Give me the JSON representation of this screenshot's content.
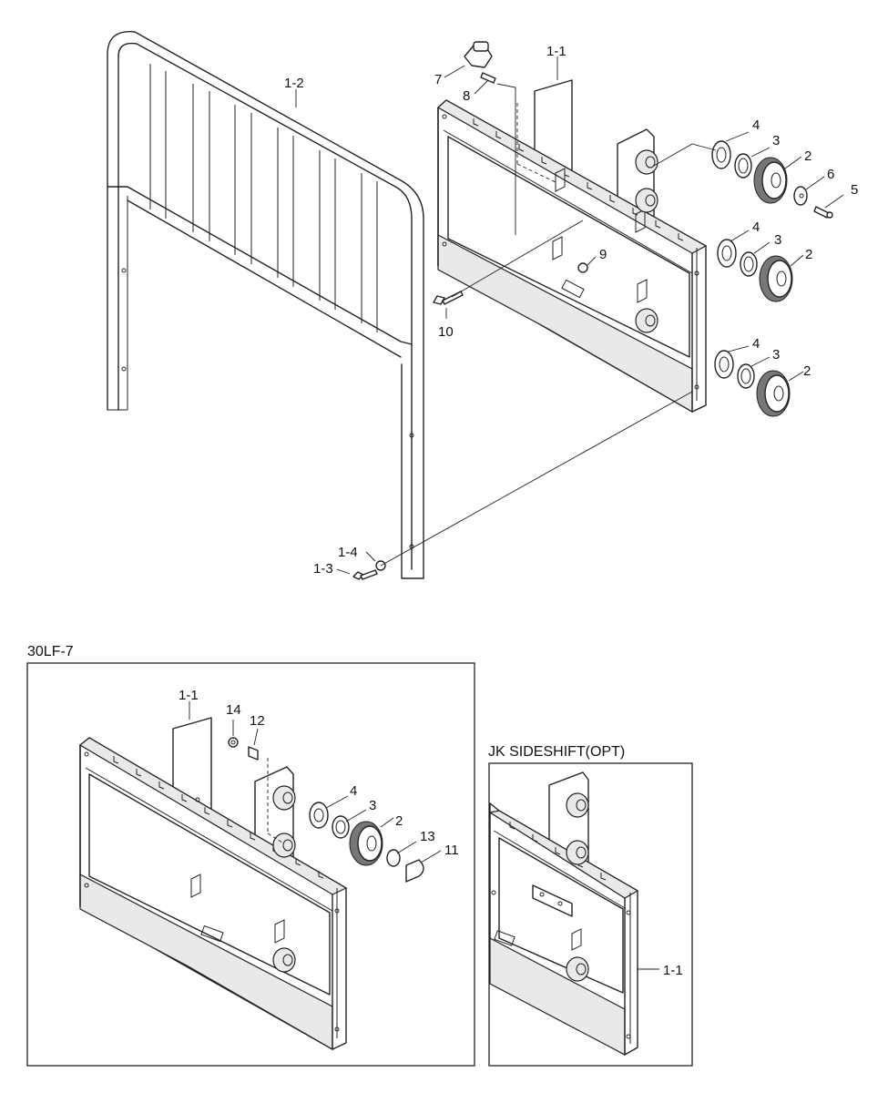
{
  "labels": {
    "l1_1": "1-1",
    "l1_2": "1-2",
    "l1_3": "1-3",
    "l1_4": "1-4",
    "l2": "2",
    "l3": "3",
    "l4": "4",
    "l5": "5",
    "l6": "6",
    "l7": "7",
    "l8": "8",
    "l9": "9",
    "l10": "10",
    "l11": "11",
    "l12": "12",
    "l13": "13",
    "l14": "14"
  },
  "sections": {
    "lf7": "30LF-7",
    "jk": "JK SIDESHIFT(OPT)"
  }
}
